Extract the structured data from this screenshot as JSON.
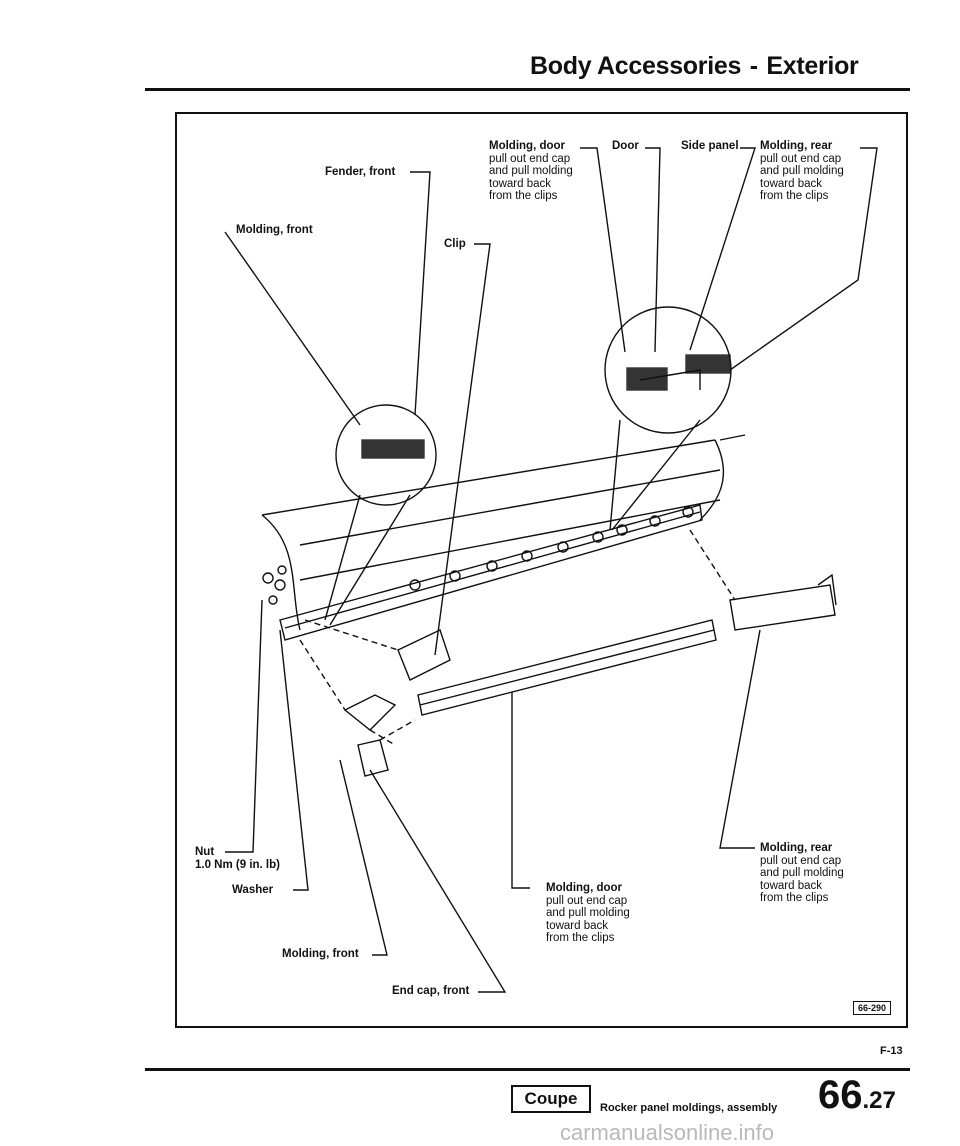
{
  "header": {
    "title_left": "Body Accessories",
    "separator": "-",
    "title_right": "Exterior"
  },
  "labels": {
    "fender_front": "Fender, front",
    "molding_front_top": "Molding, front",
    "clip": "Clip",
    "molding_door_top_title": "Molding, door",
    "molding_door_top_text": [
      "pull out end cap",
      "and pull molding",
      "toward back",
      "from the clips"
    ],
    "door": "Door",
    "side_panel": "Side panel",
    "molding_rear_top_title": "Molding, rear",
    "molding_rear_top_text": [
      "pull out end cap",
      "and pull molding",
      "toward back",
      "from the clips"
    ],
    "nut": "Nut",
    "nut_torque": "1.0 Nm (9 in. lb)",
    "washer": "Washer",
    "molding_front_bottom": "Molding, front",
    "end_cap_front": "End cap, front",
    "molding_door_bottom_title": "Molding, door",
    "molding_door_bottom_text": [
      "pull out end cap",
      "and pull molding",
      "toward back",
      "from the clips"
    ],
    "molding_rear_bottom_title": "Molding, rear",
    "molding_rear_bottom_text": [
      "pull out end cap",
      "and pull molding",
      "toward back",
      "from the clips"
    ]
  },
  "figure_number": "66-290",
  "page_ref": "F-13",
  "footer": {
    "badge": "Coupe",
    "section_title": "Rocker panel moldings, assembly",
    "page_major": "66",
    "page_minor": "27"
  },
  "watermark": "carmanualsonline.info"
}
